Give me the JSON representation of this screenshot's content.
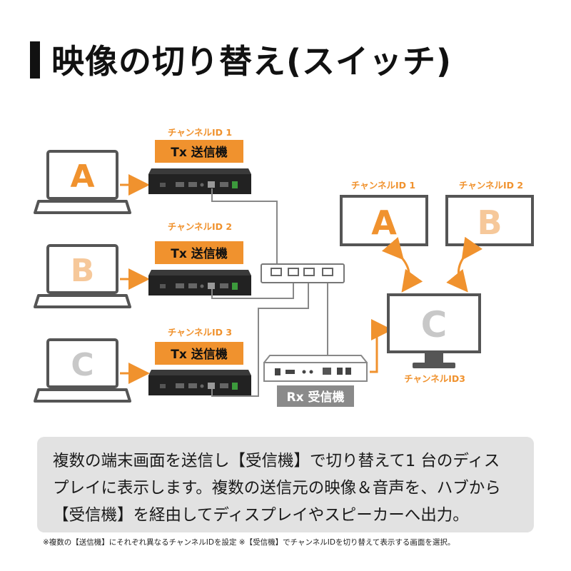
{
  "title": "映像の切り替え(スイッチ)",
  "transmitters": [
    {
      "channel_label": "チャンネルID 1",
      "tag": "Tx 送信機",
      "laptop_letter": "A",
      "laptop_letter_color": "#f0922e"
    },
    {
      "channel_label": "チャンネルID 2",
      "tag": "Tx 送信機",
      "laptop_letter": "B",
      "laptop_letter_color": "#f6c89a"
    },
    {
      "channel_label": "チャンネルID 3",
      "tag": "Tx 送信機",
      "laptop_letter": "C",
      "laptop_letter_color": "#c8c8c8"
    }
  ],
  "receiver": {
    "tag": "Rx 受信機"
  },
  "monitors": {
    "a": {
      "channel_label": "チャンネルID 1",
      "letter": "A",
      "letter_color": "#f0922e"
    },
    "b": {
      "channel_label": "チャンネルID 2",
      "letter": "B",
      "letter_color": "#f6c89a"
    },
    "c": {
      "channel_label": "チャンネルID3",
      "letter": "C",
      "letter_color": "#c8c8c8"
    }
  },
  "colors": {
    "accent": "#f0922e",
    "tag_bg": "#f0922e",
    "rx_tag_bg": "#8a8a8a",
    "device_dark": "#222222",
    "cable": "#888888"
  },
  "caption": {
    "line1": "複数の端末画面を送信し【受信機】で切り替えて1 台のディス",
    "line2": "プレイに表示します。複数の送信元の映像＆音声を、ハブから",
    "line3": "【受信機】を経由してディスプレイやスピーカーへ出力。"
  },
  "footnote": "※複数の【送信機】にそれぞれ異なるチャンネルIDを設定 ※【受信機】でチャンネルIDを切り替えて表示する画面を選択。"
}
